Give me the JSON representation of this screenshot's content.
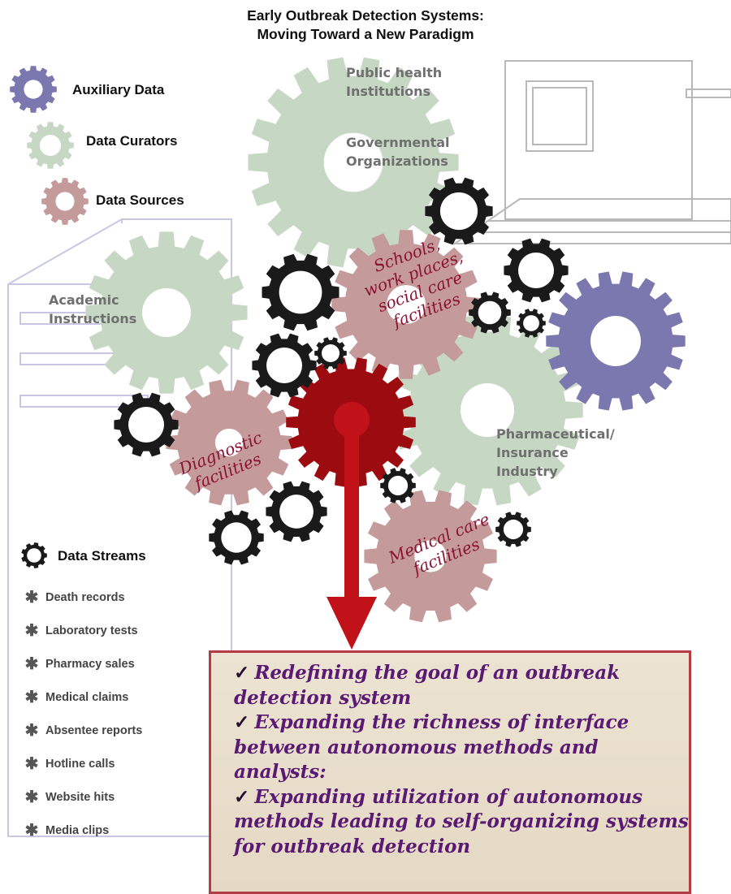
{
  "title": {
    "line1": "Early Outbreak Detection Systems:",
    "line2": "Moving Toward a New Paradigm"
  },
  "legend": {
    "auxiliary": "Auxiliary Data",
    "curators": "Data Curators",
    "sources": "Data Sources",
    "streams": "Data Streams"
  },
  "colors": {
    "auxiliary": "#7b78b0",
    "curators": "#c6d8c3",
    "sources": "#c49a9a",
    "stream": "#1a1a1a",
    "core": "#9b0b10",
    "arrow": "#c1121a",
    "box_border": "#b33b43",
    "box_text": "#5a1a73",
    "source_text": "#8b1233"
  },
  "curators": {
    "public_health": [
      "Public health",
      "Institutions"
    ],
    "governmental": [
      "Governmental",
      "Organizations"
    ],
    "academic": [
      "Academic",
      "Instructions"
    ],
    "pharma": [
      "Pharmaceutical/",
      "Insurance",
      "Industry"
    ]
  },
  "sources": {
    "schools": [
      "Schools,",
      "work places,",
      "social care",
      "facilities"
    ],
    "diagnostic": [
      "Diagnostic",
      "facilities"
    ],
    "medical": [
      "Medical care",
      "facilities"
    ]
  },
  "streams": [
    "Death records",
    "Laboratory tests",
    "Pharmacy sales",
    "Medical claims",
    "Absentee reports",
    "Hotline calls",
    "Website hits",
    "Media clips"
  ],
  "outcomes": [
    "Redefining the goal of an outbreak detection system",
    "Expanding the richness of interface between autonomous methods and analysts:",
    "Expanding utilization of autonomous methods leading to self-organizing systems for outbreak detection"
  ],
  "icons": {
    "check": "✓",
    "asterisk": "✱"
  }
}
